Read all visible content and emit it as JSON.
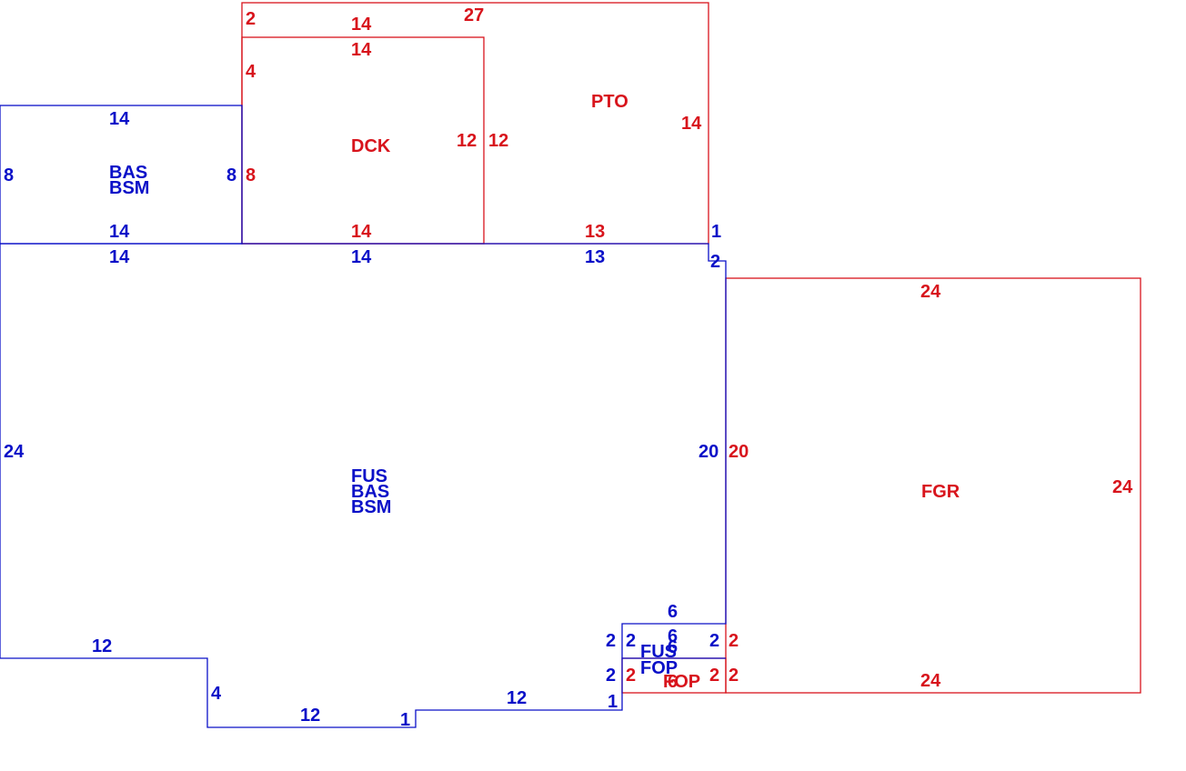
{
  "colors": {
    "main": "#0a10c8",
    "accent": "#d8141c",
    "background": "#ffffff"
  },
  "areas": {
    "fus_codes": [
      "FUS",
      "BAS",
      "BSM"
    ],
    "bas_codes": [
      "BAS",
      "BSM"
    ],
    "dck": "DCK",
    "pto": "PTO",
    "fgr": "FGR",
    "fus_small": "FUS",
    "fop_small": "FOP",
    "fop_red": "FOP"
  },
  "dimensions": {
    "bas_top": "14",
    "bas_bottom": "14",
    "bas_left": "8",
    "bas_right": "8",
    "main_top_left": "14",
    "main_top_mid": "14",
    "main_top_right": "13",
    "main_left": "24",
    "main_right": "20",
    "main_corner_1": "1",
    "main_corner_2": "2",
    "main_step_12a": "12",
    "main_step_4": "4",
    "main_step_12b": "12",
    "main_step_1a": "1",
    "main_step_12c": "12",
    "main_step_1b": "1",
    "main_step_2a": "2",
    "main_step_2b": "2",
    "fus_box_top": "6",
    "fus_box_mid": "6",
    "fus_box_left": "2",
    "fus_box_right": "2",
    "fop_bottom_blue": "6",
    "dck_top": "14",
    "dck_left_4": "4",
    "dck_left_8": "8",
    "dck_bottom": "14",
    "dck_right": "12",
    "pto_top": "27",
    "pto_top_left_2": "2",
    "pto_top_14": "14",
    "pto_left": "12",
    "pto_right": "14",
    "pto_bottom": "13",
    "fgr_top": "24",
    "fgr_bottom": "24",
    "fgr_left": "20",
    "fgr_right": "24",
    "fop_left": "2",
    "fop_right": "2",
    "fop_right_out": "2",
    "fop_right_out2": "2",
    "fop_bottom_red": "6"
  }
}
